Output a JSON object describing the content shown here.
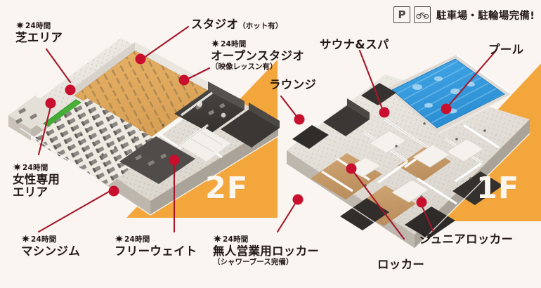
{
  "page": {
    "background_color": "#faf5f0",
    "text_color": "#231815",
    "accent_orange": "#f3a63b",
    "leader_color": "#a5162a"
  },
  "parking_badge": {
    "parking_icon_letter": "P",
    "parking_icon_name": "parking-icon",
    "bicycle_icon_name": "bicycle-icon",
    "text": "駐車場・駐輪場完備!"
  },
  "floors": [
    {
      "id": "2f",
      "label": "2F",
      "color": "#f3a63b"
    },
    {
      "id": "1f",
      "label": "1F",
      "color": "#f3a63b"
    }
  ],
  "hours_badge": {
    "icon_name": "24h-burst-icon",
    "text": "24時間"
  },
  "labels": [
    {
      "key": "shiba_area",
      "badge": "24時間",
      "has_badge": true,
      "title": "芝エリア",
      "sub": "",
      "inline_note": ""
    },
    {
      "key": "studio",
      "badge": "",
      "has_badge": false,
      "title": "スタジオ",
      "sub": "",
      "inline_note": "（ホット有）"
    },
    {
      "key": "open_studio",
      "badge": "24時間",
      "has_badge": true,
      "title": "オープンスタジオ",
      "sub": "（映像レッスン有）",
      "inline_note": ""
    },
    {
      "key": "lounge",
      "badge": "",
      "has_badge": false,
      "title": "ラウンジ",
      "sub": "",
      "inline_note": ""
    },
    {
      "key": "sauna_spa",
      "badge": "",
      "has_badge": false,
      "title": "サウナ&スパ",
      "sub": "",
      "inline_note": ""
    },
    {
      "key": "pool",
      "badge": "",
      "has_badge": false,
      "title": "プール",
      "sub": "",
      "inline_note": ""
    },
    {
      "key": "ladies_area",
      "badge": "24時間",
      "has_badge": true,
      "title": "女性専用",
      "title2": "エリア",
      "sub": "",
      "inline_note": ""
    },
    {
      "key": "machine_gym",
      "badge": "24時間",
      "has_badge": true,
      "title": "マシンジム",
      "sub": "",
      "inline_note": ""
    },
    {
      "key": "free_weight",
      "badge": "24時間",
      "has_badge": true,
      "title": "フリーウェイト",
      "sub": "",
      "inline_note": ""
    },
    {
      "key": "unmanned_locker",
      "badge": "24時間",
      "has_badge": true,
      "title": "無人営業用ロッカー",
      "sub": "（シャワーブース完備）",
      "inline_note": ""
    },
    {
      "key": "locker",
      "badge": "",
      "has_badge": false,
      "title": "ロッカー",
      "sub": "",
      "inline_note": ""
    },
    {
      "key": "junior_locker",
      "badge": "",
      "has_badge": false,
      "title": "ジュニアロッカー",
      "sub": "",
      "inline_note": ""
    }
  ]
}
